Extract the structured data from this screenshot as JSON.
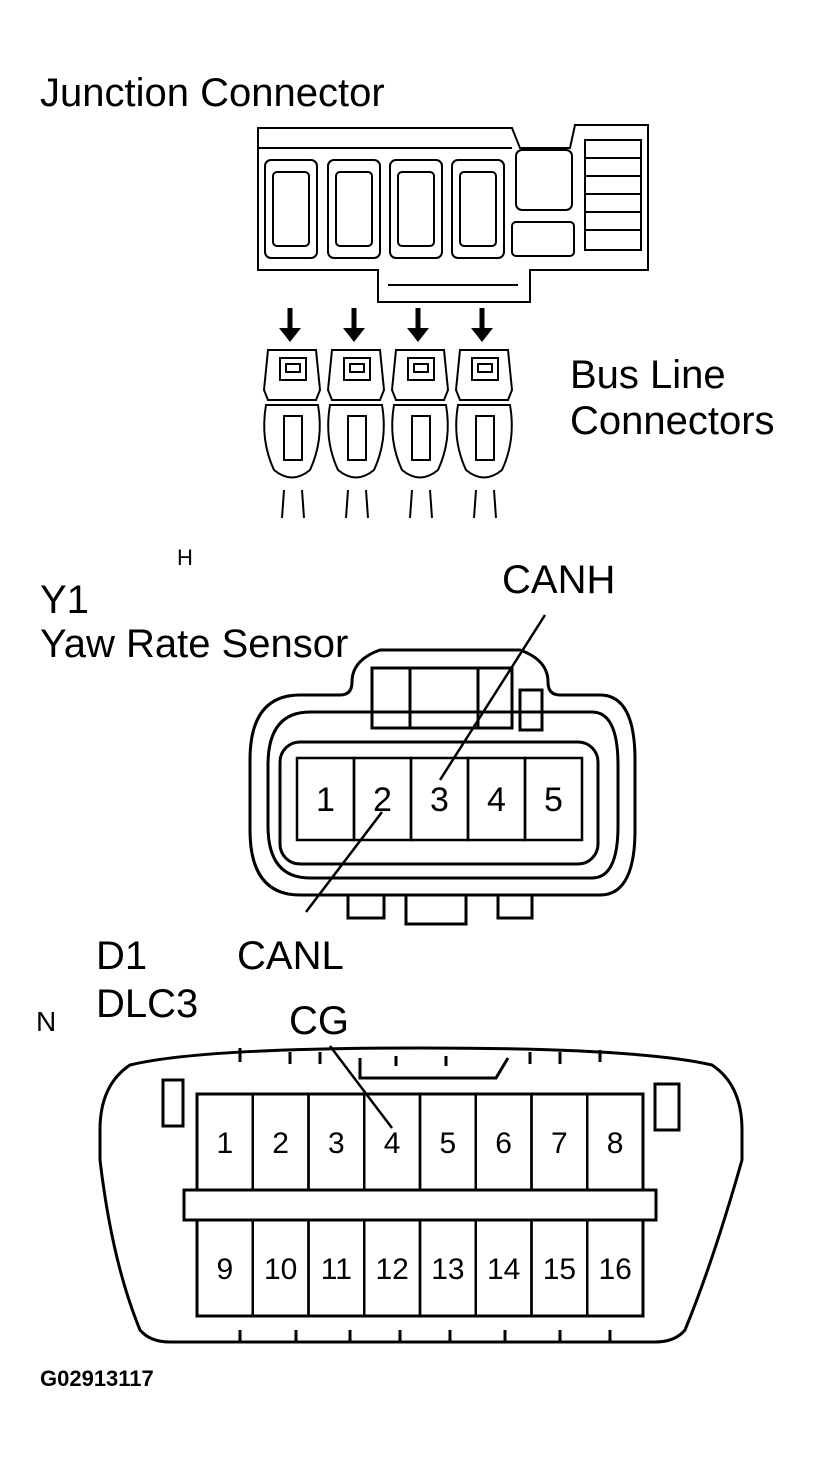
{
  "junction": {
    "title": "Junction Connector"
  },
  "bus_line": {
    "line1": "Bus Line",
    "line2": "Connectors"
  },
  "yaw": {
    "marker": "H",
    "code": "Y1",
    "name": "Yaw Rate Sensor",
    "pins": [
      "1",
      "2",
      "3",
      "4",
      "5"
    ],
    "canh_label": "CANH",
    "canl_label": "CANL"
  },
  "dlc": {
    "marker": "N",
    "code": "D1",
    "name": "DLC3",
    "cg_label": "CG",
    "top_pins": [
      "1",
      "2",
      "3",
      "4",
      "5",
      "6",
      "7",
      "8"
    ],
    "bottom_pins": [
      "9",
      "10",
      "11",
      "12",
      "13",
      "14",
      "15",
      "16"
    ]
  },
  "figure_code": "G02913117"
}
